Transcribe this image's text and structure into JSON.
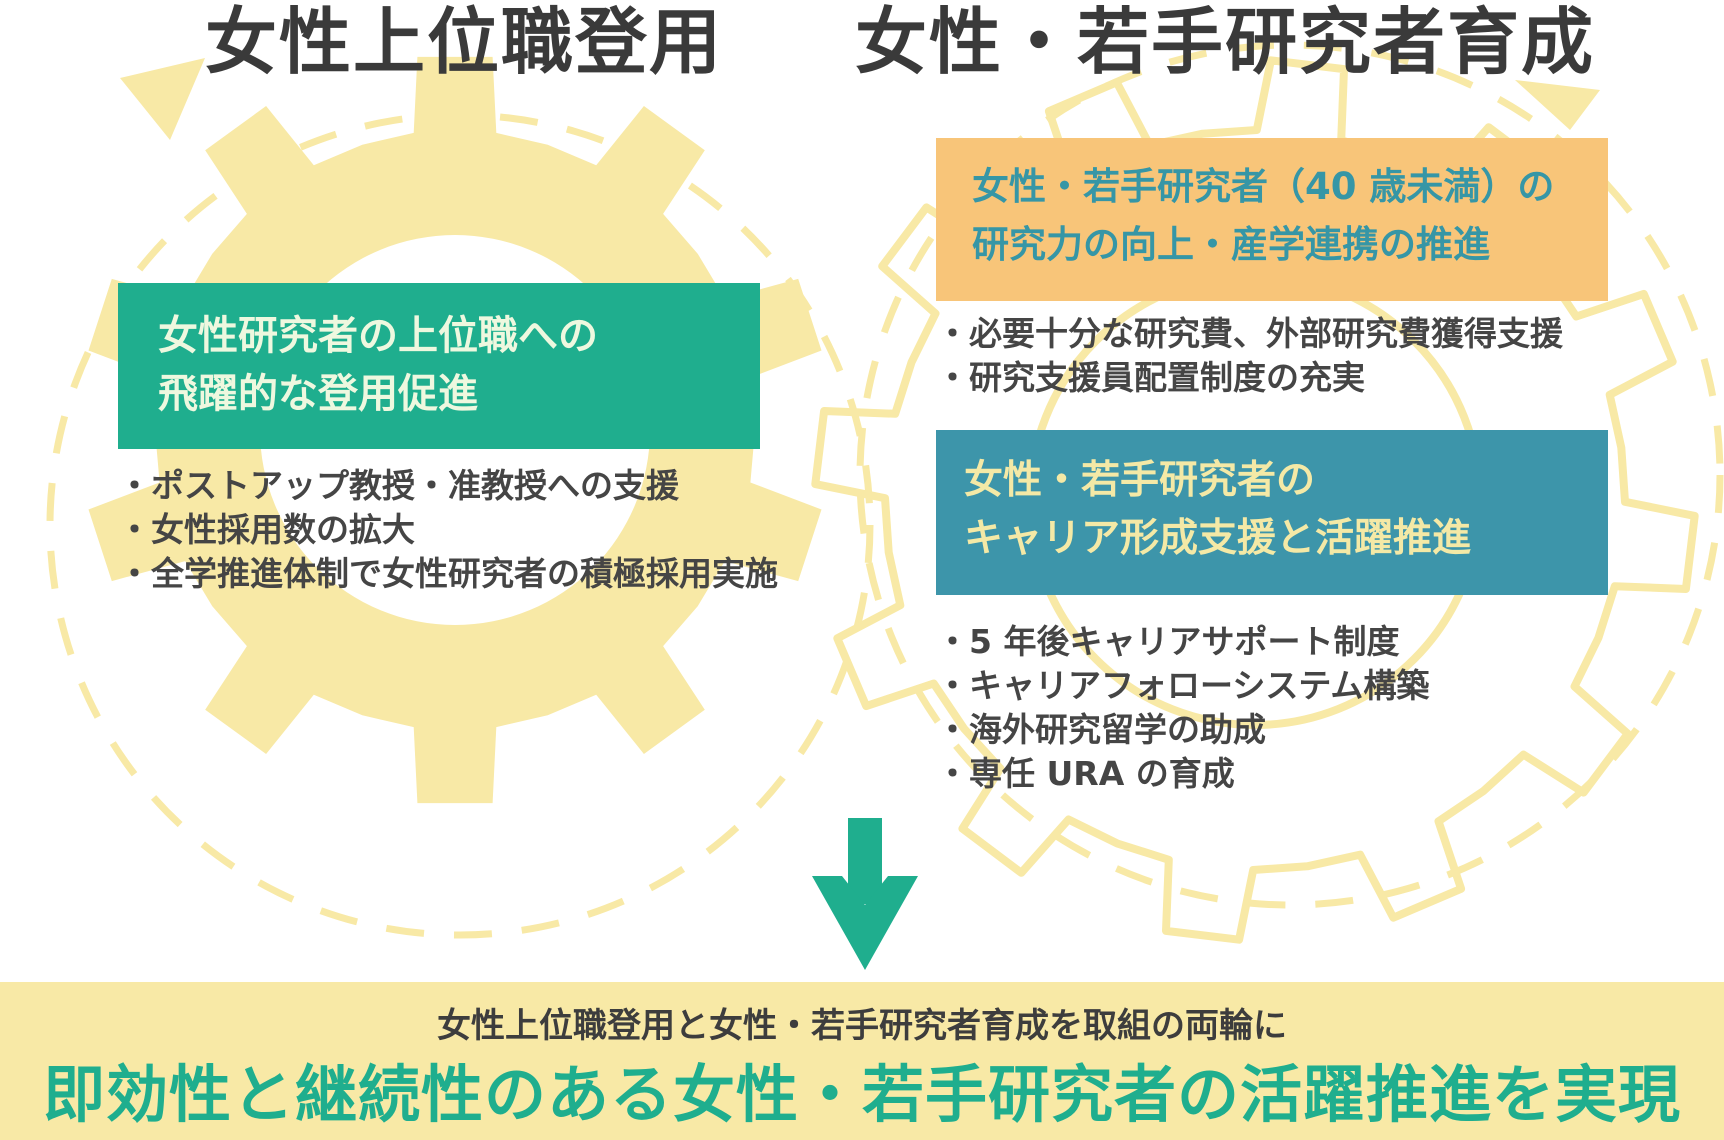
{
  "titles": {
    "left": "女性上位職登用",
    "right": "女性・若手研究者育成"
  },
  "left_box": {
    "line1": "女性研究者の上位職への",
    "line2": "飛躍的な登用促進",
    "items": [
      "ポストアップ教授・准教授への支援",
      "女性採用数の拡大",
      "全学推進体制で女性研究者の積極採用実施"
    ]
  },
  "right_top_box": {
    "line1": "女性・若手研究者（40 歳未満）の",
    "line2": "研究力の向上・産学連携の推進",
    "items": [
      "必要十分な研究費、外部研究費獲得支援",
      "研究支援員配置制度の充実"
    ]
  },
  "right_bottom_box": {
    "line1": "女性・若手研究者の",
    "line2": "キャリア形成支援と活躍推進",
    "items": [
      "5 年後キャリアサポート制度",
      "キャリアフォローシステム構築",
      "海外研究留学の助成",
      "専任 URA の育成"
    ]
  },
  "banner": {
    "subtitle": "女性上位職登用と女性・若手研究者育成を取組の両輪に",
    "headline": "即効性と継続性のある女性・若手研究者の活躍推進を実現"
  },
  "colors": {
    "gear_left": "#f8e9a6",
    "gear_right_outline": "#f8e9a6",
    "green": "#1fae8e",
    "orange": "#f8c579",
    "teal": "#3d95aa",
    "banner_bg": "#f8e9a6"
  },
  "icons": {
    "cycle_arrows": "triangle-arrowhead-icon",
    "down_arrow": "down-arrow-icon"
  }
}
